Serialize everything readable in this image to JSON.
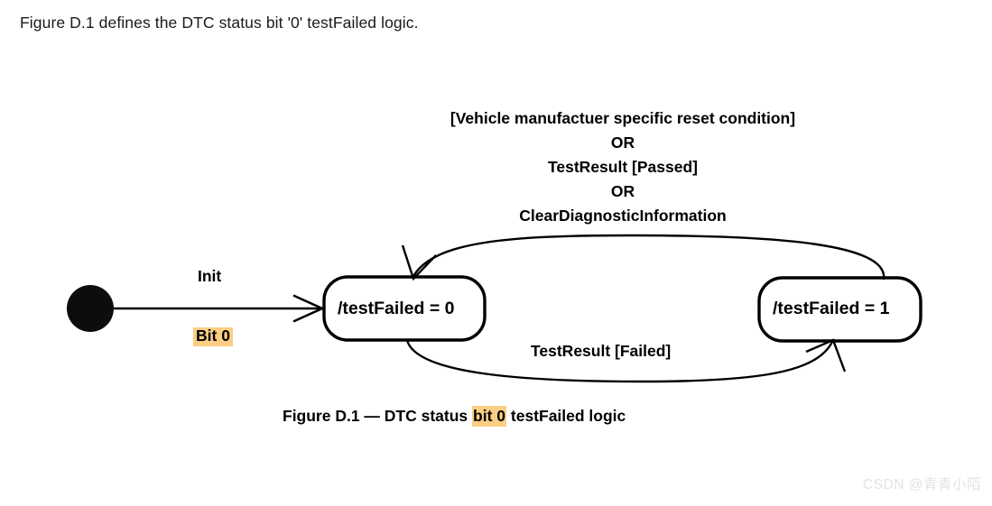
{
  "page": {
    "intro_text": "Figure D.1 defines the DTC status bit '0' testFailed logic.",
    "background_color": "#ffffff",
    "stroke_color": "#000000",
    "highlight_color": "#fbce84"
  },
  "diagram": {
    "type": "uml-state-machine",
    "title": "DTC status bit 0 testFailed logic",
    "initial_state": {
      "name": "initial-pseudostate",
      "shape": "filled-circle"
    },
    "states": [
      {
        "id": "off",
        "label": "/testFailed = 0"
      },
      {
        "id": "on",
        "label": "/testFailed = 1"
      }
    ],
    "transitions": [
      {
        "id": "init",
        "from": "initial-pseudostate",
        "to": "off",
        "label": "Init",
        "sublabel": "Bit 0",
        "sublabel_highlighted": true
      },
      {
        "id": "reset",
        "from": "on",
        "to": "off",
        "label_lines": [
          "[Vehicle manufactuer specific reset condition]",
          "OR",
          "TestResult [Passed]",
          "OR",
          "ClearDiagnosticInformation"
        ]
      },
      {
        "id": "fail",
        "from": "off",
        "to": "on",
        "label": "TestResult [Failed]"
      }
    ]
  },
  "caption": {
    "prefix": "Figure D.1 — DTC status ",
    "highlight": "bit 0",
    "suffix": " testFailed logic"
  },
  "watermark": {
    "text": "CSDN @青青小陌"
  }
}
